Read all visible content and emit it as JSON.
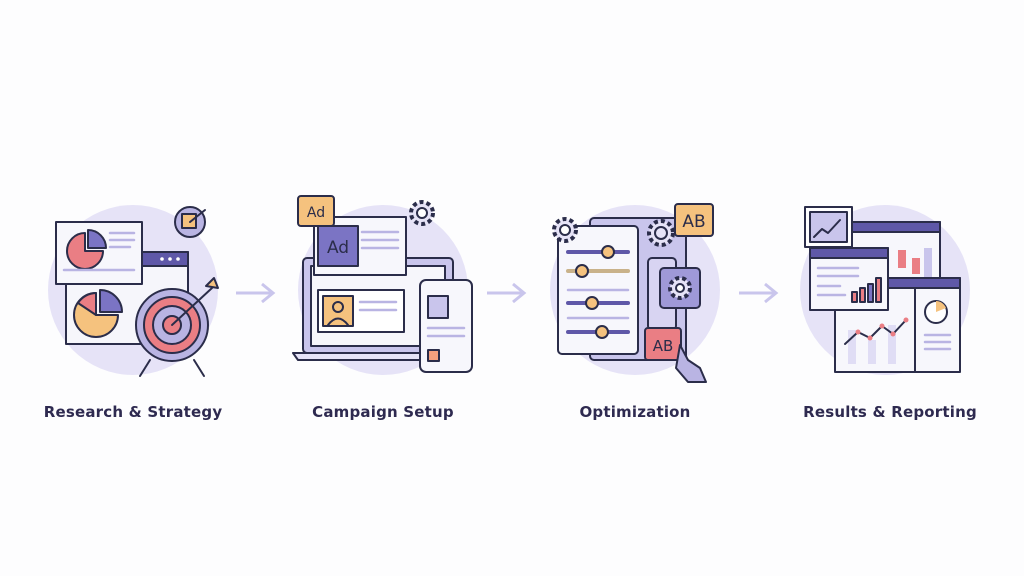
{
  "steps": [
    {
      "label": "Research & Strategy",
      "icon": "research-strategy-icon"
    },
    {
      "label": "Campaign Setup",
      "icon": "campaign-setup-icon"
    },
    {
      "label": "Optimization",
      "icon": "optimization-icon"
    },
    {
      "label": "Results & Reporting",
      "icon": "results-reporting-icon"
    }
  ],
  "badges": {
    "ad_small": "Ad",
    "ad_large": "Ad",
    "ab_top": "AB",
    "ab_bottom": "AB"
  },
  "colors": {
    "circle": "#e6e3f7",
    "outline": "#2b2d4a",
    "purple": "#7b74c4",
    "red": "#ea7e84",
    "orange": "#f5c27e",
    "arrow": "#c9c5ec",
    "text": "#2e2a50"
  }
}
